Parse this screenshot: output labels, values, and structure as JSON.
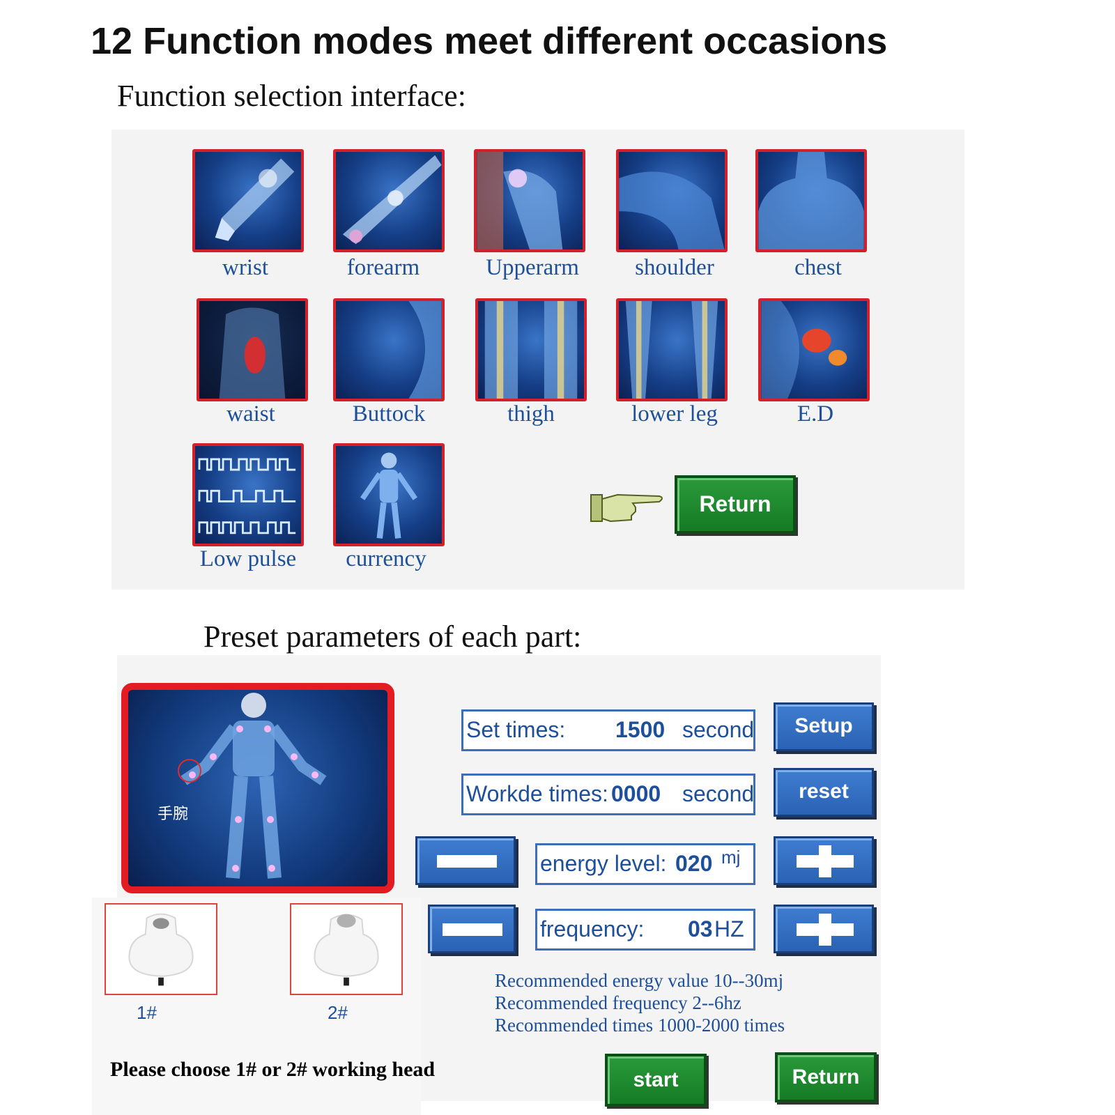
{
  "title": "12 Function modes meet different occasions",
  "function_selection": {
    "heading": "Function selection interface:",
    "modes": [
      {
        "label": "wrist"
      },
      {
        "label": "forearm"
      },
      {
        "label": "Upperarm"
      },
      {
        "label": "shoulder"
      },
      {
        "label": "chest"
      },
      {
        "label": "waist"
      },
      {
        "label": "Buttock"
      },
      {
        "label": "thigh"
      },
      {
        "label": "lower leg"
      },
      {
        "label": "E.D"
      },
      {
        "label": "Low pulse"
      },
      {
        "label": "currency"
      }
    ],
    "return_label": "Return"
  },
  "preset": {
    "heading": "Preset parameters of each part:",
    "image_caption": "手腕",
    "set_times": {
      "label": "Set times:",
      "value": "1500",
      "unit": "second"
    },
    "worked_times": {
      "label": "Workde times:",
      "value": "0000",
      "unit": "second"
    },
    "energy": {
      "label": "energy level:",
      "value": "020",
      "unit": "mj"
    },
    "frequency": {
      "label": "frequency:",
      "value": "03",
      "unit": "HZ"
    },
    "setup_label": "Setup",
    "reset_label": "reset",
    "recommendations": [
      "Recommended energy value 10--30mj",
      "Recommended frequency 2--6hz",
      "Recommended times 1000-2000 times"
    ],
    "start_label": "start",
    "return_label": "Return",
    "heads": [
      {
        "label": "1#"
      },
      {
        "label": "2#"
      }
    ],
    "choose_text": "Please choose 1# or 2# working head"
  },
  "colors": {
    "tile_border": "#d4202b",
    "label_blue": "#1d4f9b",
    "green_button": "#1f8a30",
    "blue_button": "#3370c4"
  }
}
